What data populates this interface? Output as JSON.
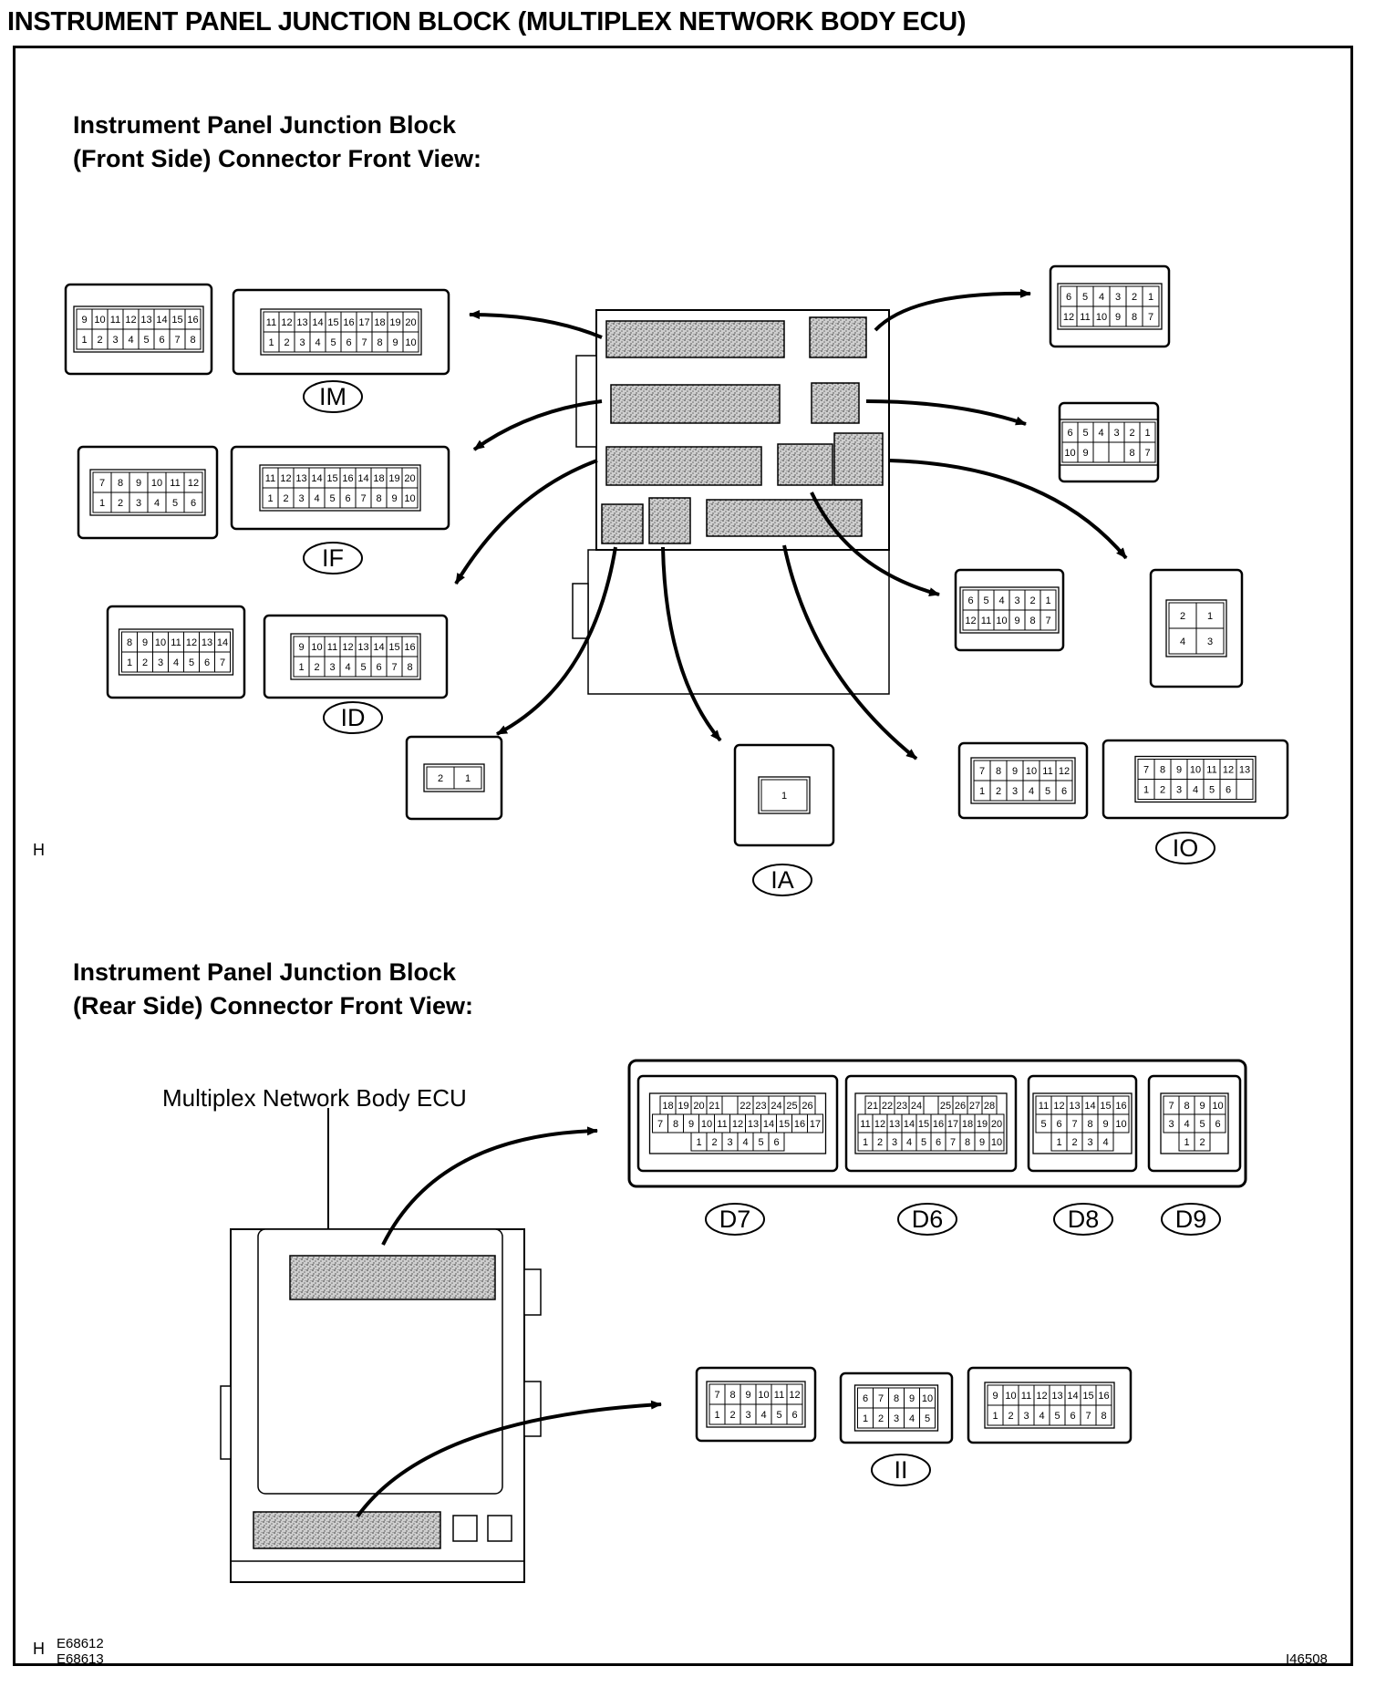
{
  "title": "INSTRUMENT PANEL JUNCTION BLOCK (MULTIPLEX NETWORK BODY ECU)",
  "front": {
    "heading_line1": "Instrument Panel Junction Block",
    "heading_line2": "(Front Side) Connector Front View:"
  },
  "rear": {
    "heading_line1": "Instrument Panel Junction Block",
    "heading_line2": "(Rear Side) Connector Front View:",
    "ecu_label": "Multiplex Network Body ECU"
  },
  "codes": {
    "front_side_marker": "H",
    "bottom_marker": "H",
    "ref_1": "E68612",
    "ref_2": "E68613",
    "figure_id": "I46508"
  },
  "connectors": [
    {
      "id": "im_a",
      "rows": [
        [
          "9",
          "10",
          "11",
          "12",
          "13",
          "14",
          "15",
          "16"
        ],
        [
          "1",
          "2",
          "3",
          "4",
          "5",
          "6",
          "7",
          "8"
        ]
      ]
    },
    {
      "id": "im_b",
      "rows": [
        [
          "11",
          "12",
          "13",
          "14",
          "15",
          "16",
          "17",
          "18",
          "19",
          "20"
        ],
        [
          "1",
          "2",
          "3",
          "4",
          "5",
          "6",
          "7",
          "8",
          "9",
          "10"
        ]
      ]
    },
    {
      "id": "if_a",
      "rows": [
        [
          "7",
          "8",
          "9",
          "10",
          "11",
          "12"
        ],
        [
          "1",
          "2",
          "3",
          "4",
          "5",
          "6"
        ]
      ]
    },
    {
      "id": "if_b",
      "rows": [
        [
          "11",
          "12",
          "13",
          "14",
          "15",
          "16",
          "14",
          "18",
          "19",
          "20"
        ],
        [
          "1",
          "2",
          "3",
          "4",
          "5",
          "6",
          "7",
          "8",
          "9",
          "10"
        ]
      ]
    },
    {
      "id": "id_a",
      "rows": [
        [
          "8",
          "9",
          "10",
          "11",
          "12",
          "13",
          "14"
        ],
        [
          "1",
          "2",
          "3",
          "4",
          "5",
          "6",
          "7"
        ]
      ]
    },
    {
      "id": "id_b",
      "rows": [
        [
          "9",
          "10",
          "11",
          "12",
          "13",
          "14",
          "15",
          "16"
        ],
        [
          "1",
          "2",
          "3",
          "4",
          "5",
          "6",
          "7",
          "8"
        ]
      ]
    },
    {
      "id": "r12_top",
      "rows": [
        [
          "6",
          "5",
          "4",
          "3",
          "2",
          "1"
        ],
        [
          "12",
          "11",
          "10",
          "9",
          "8",
          "7"
        ]
      ]
    },
    {
      "id": "r10",
      "rows": [
        [
          "6",
          "5",
          "4",
          "3",
          "2",
          "1"
        ],
        [
          "10",
          "9",
          "",
          "",
          "8",
          "7"
        ]
      ]
    },
    {
      "id": "r12_mid",
      "rows": [
        [
          "6",
          "5",
          "4",
          "3",
          "2",
          "1"
        ],
        [
          "12",
          "11",
          "10",
          "9",
          "8",
          "7"
        ]
      ]
    },
    {
      "id": "r4",
      "rows": [
        [
          "2",
          "1"
        ],
        [
          "4",
          "3"
        ]
      ]
    },
    {
      "id": "r2",
      "rows": [
        [
          "2",
          "1"
        ]
      ]
    },
    {
      "id": "ia",
      "rows": [
        [
          "1"
        ]
      ]
    },
    {
      "id": "io_a",
      "rows": [
        [
          "7",
          "8",
          "9",
          "10",
          "11",
          "12"
        ],
        [
          "1",
          "2",
          "3",
          "4",
          "5",
          "6"
        ]
      ]
    },
    {
      "id": "io_b",
      "rows": [
        [
          "7",
          "8",
          "9",
          "10",
          "11",
          "12",
          "13"
        ],
        [
          "1",
          "2",
          "3",
          "4",
          "5",
          "6",
          ""
        ]
      ]
    },
    {
      "id": "d7",
      "rows": [
        [
          "18",
          "19",
          "20",
          "21",
          "",
          "22",
          "23",
          "24",
          "25",
          "26"
        ],
        [
          "7",
          "8",
          "9",
          "10",
          "11",
          "12",
          "13",
          "14",
          "15",
          "16",
          "17"
        ],
        [
          "1",
          "2",
          "3",
          "4",
          "5",
          "6"
        ]
      ]
    },
    {
      "id": "d6",
      "rows": [
        [
          "21",
          "22",
          "23",
          "24",
          "",
          "25",
          "26",
          "27",
          "28"
        ],
        [
          "11",
          "12",
          "13",
          "14",
          "15",
          "16",
          "17",
          "18",
          "19",
          "20"
        ],
        [
          "1",
          "2",
          "3",
          "4",
          "5",
          "6",
          "7",
          "8",
          "9",
          "10"
        ]
      ]
    },
    {
      "id": "d8",
      "rows": [
        [
          "11",
          "12",
          "13",
          "14",
          "15",
          "16"
        ],
        [
          "5",
          "6",
          "7",
          "8",
          "9",
          "10"
        ],
        [
          "1",
          "2",
          "3",
          "4"
        ]
      ]
    },
    {
      "id": "d9",
      "rows": [
        [
          "7",
          "8",
          "9",
          "10"
        ],
        [
          "3",
          "4",
          "5",
          "6"
        ],
        [
          "1",
          "2"
        ]
      ]
    },
    {
      "id": "ii_a",
      "rows": [
        [
          "7",
          "8",
          "9",
          "10",
          "11",
          "12"
        ],
        [
          "1",
          "2",
          "3",
          "4",
          "5",
          "6"
        ]
      ]
    },
    {
      "id": "ii_b",
      "rows": [
        [
          "6",
          "7",
          "8",
          "9",
          "10"
        ],
        [
          "1",
          "2",
          "3",
          "4",
          "5"
        ]
      ]
    },
    {
      "id": "ii_c",
      "rows": [
        [
          "9",
          "10",
          "11",
          "12",
          "13",
          "14",
          "15",
          "16"
        ],
        [
          "1",
          "2",
          "3",
          "4",
          "5",
          "6",
          "7",
          "8"
        ]
      ]
    }
  ],
  "labels": {
    "im": "IM",
    "if": "IF",
    "id": "ID",
    "ia": "IA",
    "io": "IO",
    "d7": "D7",
    "d6": "D6",
    "d8": "D8",
    "d9": "D9",
    "ii": "II"
  }
}
